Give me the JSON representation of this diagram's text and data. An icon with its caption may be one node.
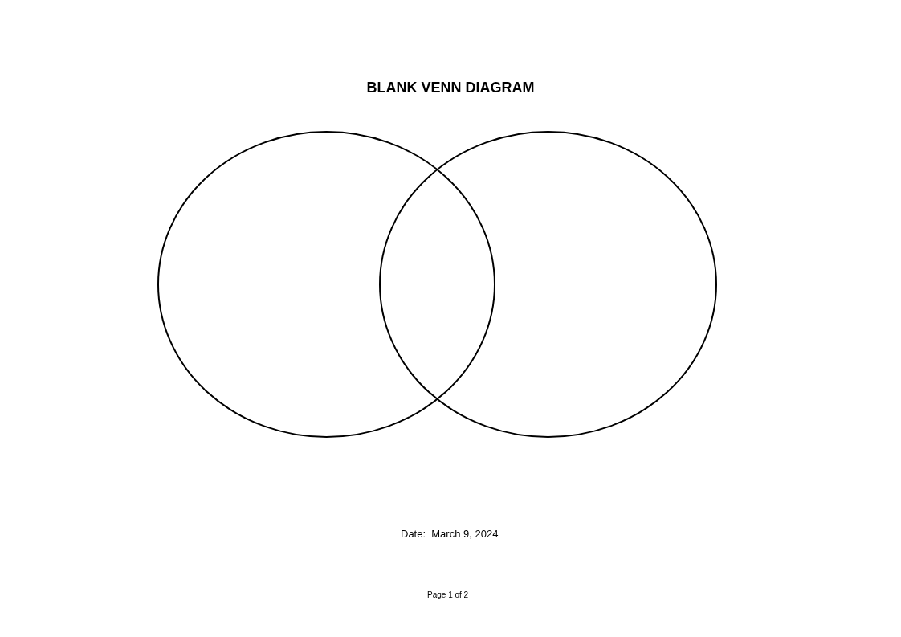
{
  "diagram": {
    "title": "BLANK VENN DIAGRAM",
    "nodes": [
      {
        "text": [],
        "shape": "circle"
      },
      {
        "text": [],
        "shape": "circle"
      }
    ],
    "labels": [
      "Date:  March 9, 2024",
      "Page 1 of 2"
    ]
  }
}
